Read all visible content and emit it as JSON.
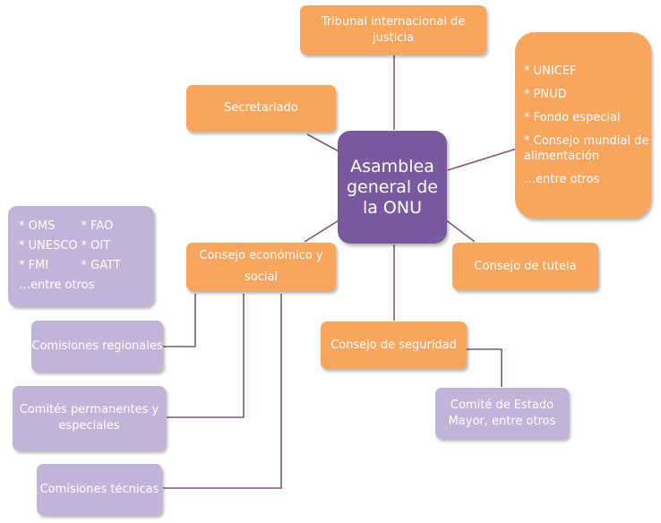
{
  "center": "Asamblea general de la ONU",
  "tribunal": "Tribunal internacional de justicia",
  "secretariado": "Secretariado",
  "agencias": [
    "* UNICEF",
    "* PNUD",
    "* Fondo especial",
    "* Consejo mundial de alimentación",
    "…entre otros"
  ],
  "tutela": "Consejo de tutela",
  "seguridad": "Consejo  de seguridad",
  "comite_estado": "Comité de Estado Mayor, entre otros",
  "economico": "Consejo económico y social",
  "organismos": [
    "* OMS",
    "* FAO",
    "* UNESCO",
    "*  OIT",
    "* FMI",
    "* GATT",
    "…entre otros"
  ],
  "comisiones_regionales": "Comisiones regionales",
  "comites_permanentes": "Comités permanentes y especiales",
  "comisiones_tecnicas": "Comisiones técnicas",
  "colors": {
    "orange": "#f8a55e",
    "purple_light": "#c2b4d9",
    "purple_dark": "#7a5a9e",
    "connector": "#7e5a78"
  }
}
